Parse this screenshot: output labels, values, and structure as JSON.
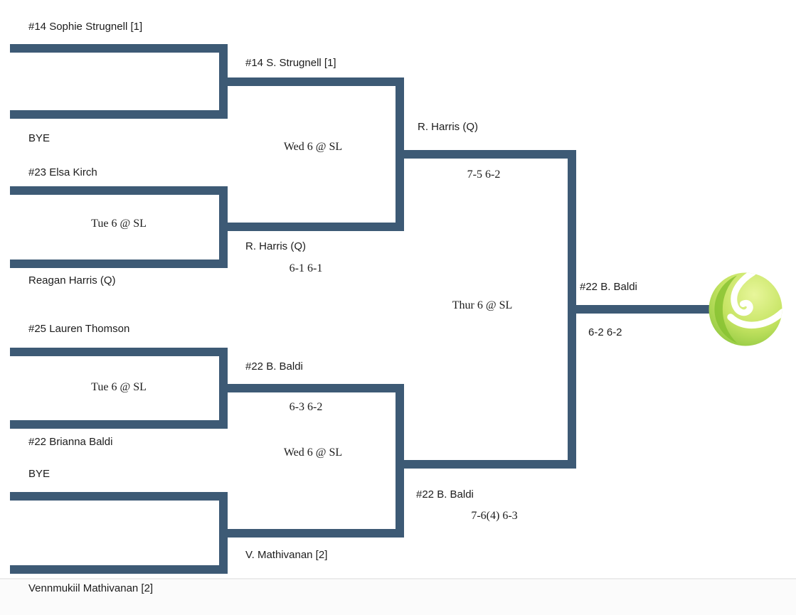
{
  "colors": {
    "line": "#3d5a75",
    "text": "#1c1c1c",
    "background": "#ffffff",
    "ball_light": "#e8f69b",
    "ball_mid": "#c6e463",
    "ball_dark": "#8cc63e",
    "ball_shadow_green": "#84c02f",
    "ball_seam": "#ffffff"
  },
  "bracket": {
    "round1": {
      "match1": {
        "player_top": "#14 Sophie Strugnell [1]",
        "player_bottom": "BYE"
      },
      "match2": {
        "player_top": "#23 Elsa Kirch",
        "schedule": "Tue 6 @ SL",
        "player_bottom": "Reagan Harris (Q)"
      },
      "match3": {
        "player_top": "#25 Lauren Thomson",
        "schedule": "Tue 6 @ SL",
        "player_bottom": "#22 Brianna Baldi"
      },
      "match4": {
        "player_top": "BYE",
        "player_bottom": "Vennmukiil Mathivanan [2]"
      }
    },
    "round2": {
      "match1": {
        "player_top": "#14 S. Strugnell [1]",
        "schedule": "Wed 6 @ SL",
        "player_bottom": "R. Harris (Q)",
        "player_bottom_score": "6-1 6-1"
      },
      "match2": {
        "player_top": "#22 B. Baldi",
        "player_top_score": "6-3 6-2",
        "schedule": "Wed 6 @ SL",
        "player_bottom": "V. Mathivanan [2]"
      }
    },
    "final": {
      "player_top": "R. Harris (Q)",
      "player_top_score": "7-5 6-2",
      "schedule": "Thur 6 @ SL",
      "player_bottom": "#22 B. Baldi",
      "player_bottom_score": "7-6(4) 6-3"
    },
    "champion": {
      "name": "#22 B. Baldi",
      "score": "6-2 6-2",
      "icon": "tennis-ball"
    }
  }
}
